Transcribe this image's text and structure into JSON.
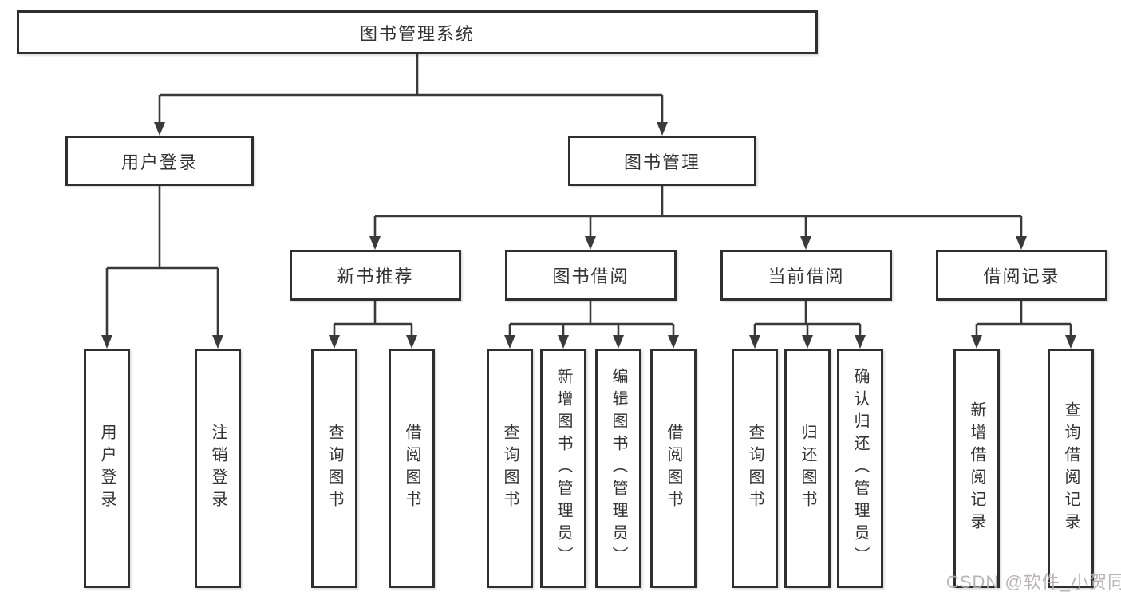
{
  "diagram": {
    "type": "function-tree",
    "root": {
      "label": "图书管理系统",
      "children": [
        {
          "label": "用户登录",
          "children": [
            {
              "label": "用户登录"
            },
            {
              "label": "注销登录"
            }
          ]
        },
        {
          "label": "图书管理",
          "children": [
            {
              "label": "新书推荐",
              "children": [
                {
                  "label": "查询图书"
                },
                {
                  "label": "借阅图书"
                }
              ]
            },
            {
              "label": "图书借阅",
              "children": [
                {
                  "label": "查询图书"
                },
                {
                  "label": "新增图书（管理员）"
                },
                {
                  "label": "编辑图书（管理员）"
                },
                {
                  "label": "借阅图书"
                }
              ]
            },
            {
              "label": "当前借阅",
              "children": [
                {
                  "label": "查询图书"
                },
                {
                  "label": "归还图书"
                },
                {
                  "label": "确认归还（管理员）"
                }
              ]
            },
            {
              "label": "借阅记录",
              "children": [
                {
                  "label": "新增借阅记录"
                },
                {
                  "label": "查询借阅记录"
                }
              ]
            }
          ]
        }
      ]
    },
    "watermark": "CSDN @软件_小贺同学",
    "colors": {
      "line": "#3a3a3a",
      "border": "#2f2f2f",
      "fill": "#ffffff",
      "text": "#333333",
      "watermark": "#b5adad"
    }
  }
}
